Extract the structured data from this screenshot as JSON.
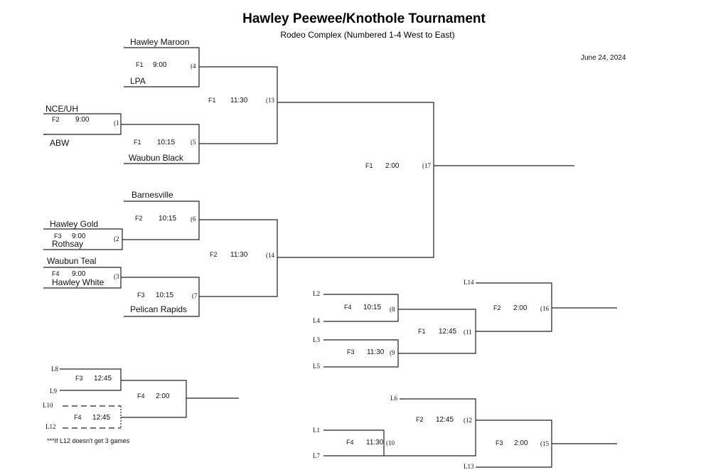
{
  "header": {
    "title": "Hawley Peewee/Knothole Tournament",
    "subtitle": "Rodeo Complex (Numbered 1-4 West to East)",
    "date": "June 24, 2024"
  },
  "teams": {
    "hawley_maroon": "Hawley Maroon",
    "lpa": "LPA",
    "nce_uh": "NCE/UH",
    "abw": "ABW",
    "waubun_black": "Waubun Black",
    "barnesville": "Barnesville",
    "hawley_gold": "Hawley Gold",
    "rothsay": "Rothsay",
    "waubun_teal": "Waubun Teal",
    "hawley_white": "Hawley White",
    "pelican_rapids": "Pelican Rapids"
  },
  "games": {
    "g1": {
      "field": "F2",
      "time": "9:00",
      "num": "(1"
    },
    "g2": {
      "field": "F3",
      "time": "9:00",
      "num": "(2"
    },
    "g3": {
      "field": "F4",
      "time": "9:00",
      "num": "(3"
    },
    "g4": {
      "field": "F1",
      "time": "9:00",
      "num": "(4"
    },
    "g5": {
      "field": "F1",
      "time": "10:15",
      "num": "(5"
    },
    "g6": {
      "field": "F2",
      "time": "10:15",
      "num": "(6"
    },
    "g7": {
      "field": "F3",
      "time": "10:15",
      "num": "(7"
    },
    "g8": {
      "field": "F4",
      "time": "10:15",
      "num": "(8"
    },
    "g9": {
      "field": "F3",
      "time": "11:30",
      "num": "(9"
    },
    "g10": {
      "field": "F4",
      "time": "11:30",
      "num": "(10"
    },
    "g11": {
      "field": "F1",
      "time": "12:45",
      "num": "(11"
    },
    "g12": {
      "field": "F2",
      "time": "12:45",
      "num": "(12"
    },
    "g13": {
      "field": "F1",
      "time": "11:30",
      "num": "(13"
    },
    "g14": {
      "field": "F2",
      "time": "11:30",
      "num": "(14"
    },
    "g15": {
      "field": "F3",
      "time": "2:00",
      "num": "(15"
    },
    "g16": {
      "field": "F2",
      "time": "2:00",
      "num": "(16"
    },
    "g17": {
      "field": "F1",
      "time": "2:00",
      "num": "(17"
    },
    "c1": {
      "field": "F3",
      "time": "12:45"
    },
    "c2": {
      "field": "F4",
      "time": "12:45"
    },
    "c3": {
      "field": "F4",
      "time": "2:00"
    }
  },
  "losers": {
    "l2": "L2",
    "l4": "L4",
    "l3": "L3",
    "l5": "L5",
    "l14": "L14",
    "l6": "L6",
    "l1": "L1",
    "l7": "L7",
    "l13": "L13",
    "l8": "L8",
    "l9": "L9",
    "l10": "L10",
    "l12": "L12"
  },
  "footnote": "***If L12 doesn't get 3 games"
}
